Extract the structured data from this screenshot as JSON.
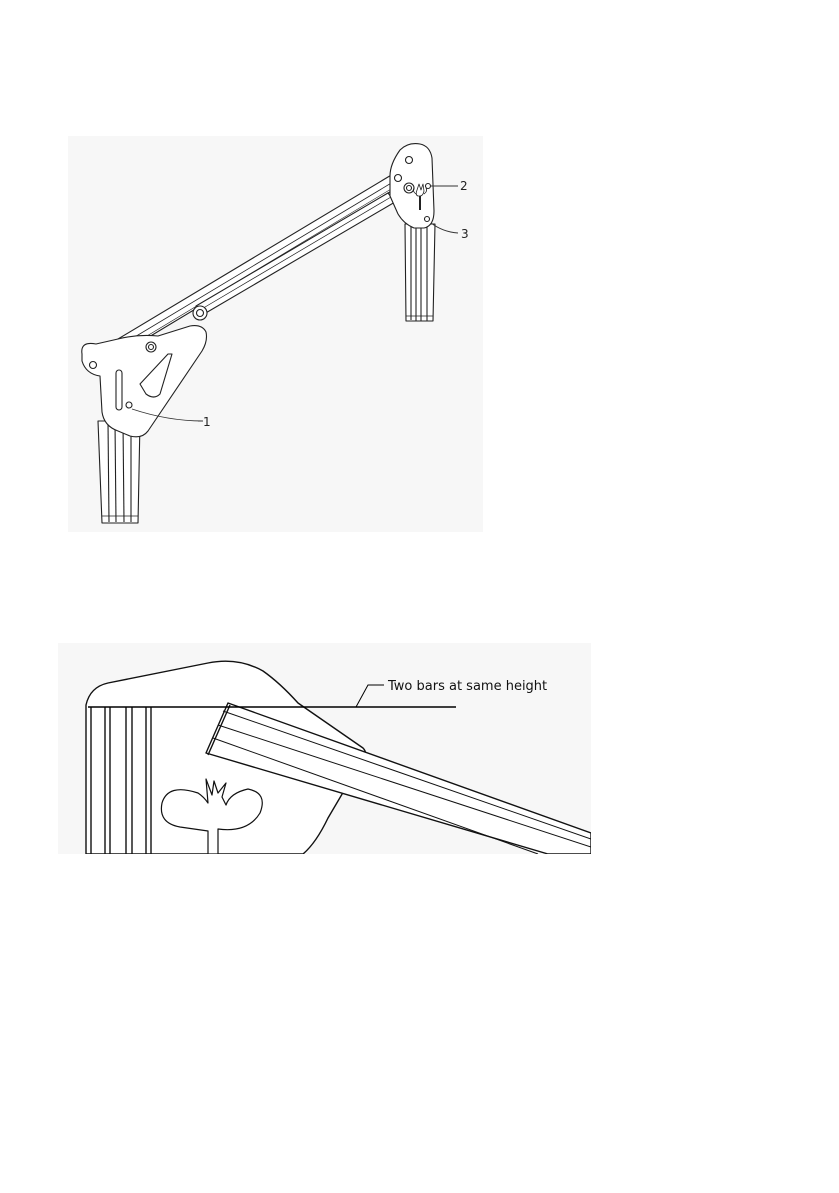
{
  "figure_top": {
    "callouts": [
      {
        "id": "callout-1",
        "label": "1"
      },
      {
        "id": "callout-2",
        "label": "2"
      },
      {
        "id": "callout-3",
        "label": "3"
      }
    ]
  },
  "figure_detail": {
    "annotation": "Two bars at same height"
  }
}
